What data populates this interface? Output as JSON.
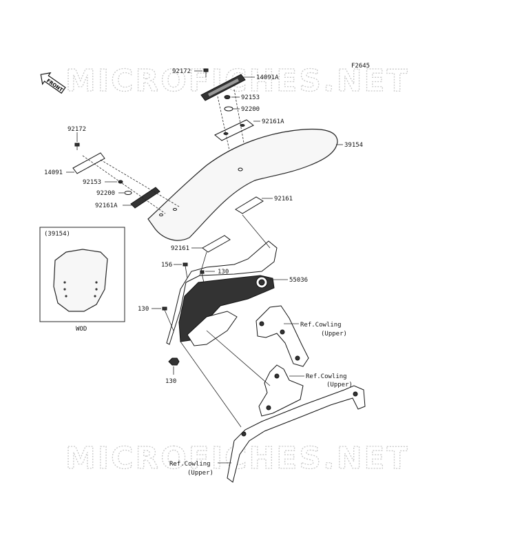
{
  "diagram_code": "F2645",
  "watermark": "MICROFICHES.NET",
  "front_label": "FRONT",
  "inset": {
    "ref": "(39154)",
    "caption": "WOD"
  },
  "labels": {
    "p92172_top": "92172",
    "p14091A": "14091A",
    "p92153_top": "92153",
    "p92200_top": "92200",
    "p92161A_top": "92161A",
    "p39154": "39154",
    "p92172_left": "92172",
    "p14091": "14091",
    "p92153_left": "92153",
    "p92200_left": "92200",
    "p92161A_left": "92161A",
    "p92161_right": "92161",
    "p92161_lower": "92161",
    "p156": "156",
    "p130_a": "130",
    "p55036": "55036",
    "p130_b": "130",
    "p130_c": "130",
    "ref_cowling_1": "Ref.Cowling",
    "ref_upper_1": "(Upper)",
    "ref_cowling_2": "Ref.Cowling",
    "ref_upper_2": "(Upper)",
    "ref_cowling_3": "Ref.Cowling",
    "ref_upper_3": "(Upper)"
  }
}
